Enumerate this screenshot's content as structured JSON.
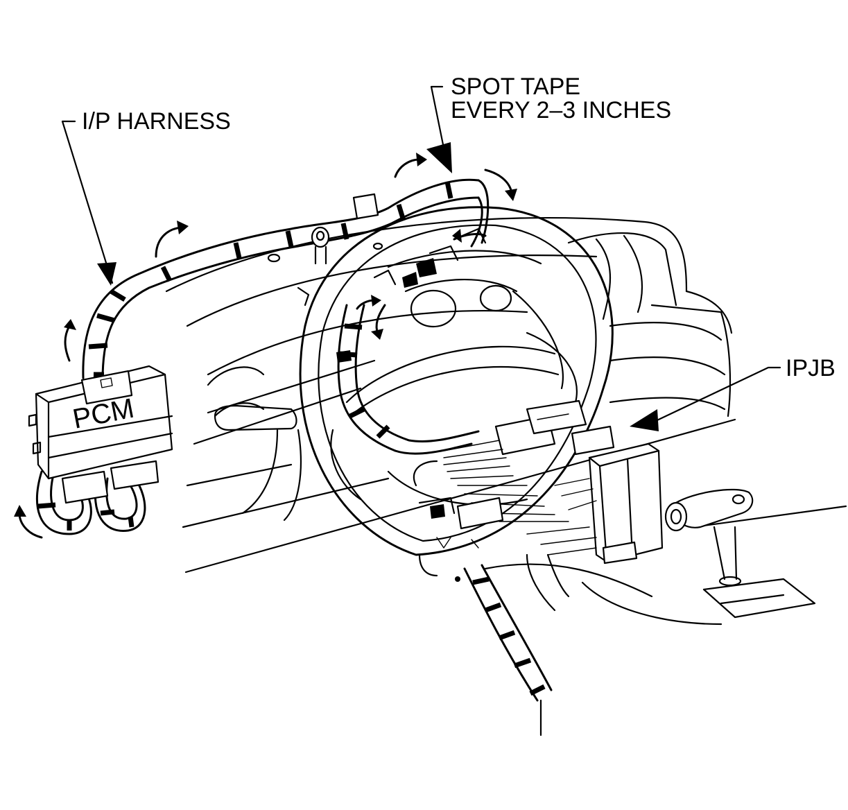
{
  "labels": {
    "ip_harness": "I/P HARNESS",
    "spot_tape_line1": "SPOT TAPE",
    "spot_tape_line2": "EVERY 2–3 INCHES",
    "ipjb": "IPJB",
    "pcm": "PCM"
  },
  "colors": {
    "ink": "#000000",
    "paper": "#ffffff"
  }
}
